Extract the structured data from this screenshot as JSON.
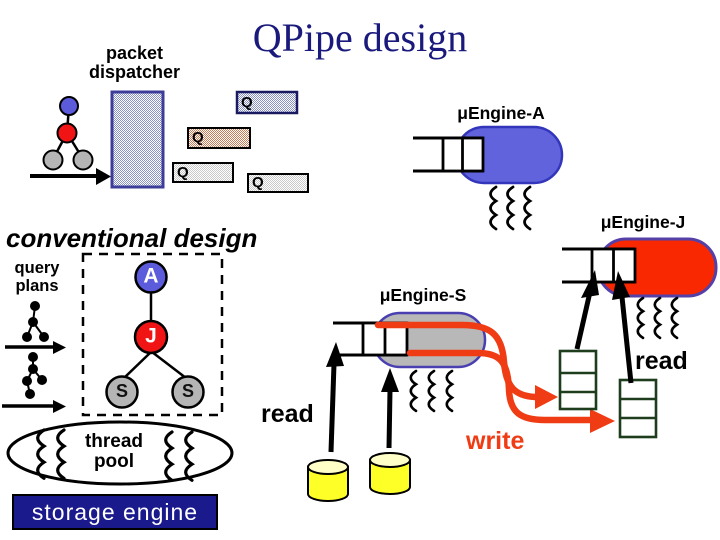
{
  "slide_title": "QPipe design",
  "qpipe": {
    "packet_dispatcher": {
      "line1": "packet",
      "line2": "dispatcher"
    },
    "queue_boxes": [
      {
        "label": "Q",
        "style": "blue-checker"
      },
      {
        "label": "Q",
        "style": "orange-checker"
      },
      {
        "label": "Q",
        "style": "gray"
      },
      {
        "label": "Q",
        "style": "gray"
      }
    ],
    "engines": [
      {
        "name": "μEngine-A",
        "color": "#6163dc"
      },
      {
        "name": "μEngine-J",
        "color": "#fa2800"
      },
      {
        "name": "μEngine-S",
        "color": "#b8b8b8"
      }
    ],
    "io_labels": {
      "read_left": "read",
      "read_right": "read",
      "write": "write"
    }
  },
  "conventional": {
    "heading": "conventional design",
    "query_plans": {
      "line1": "query",
      "line2": "plans"
    },
    "plan_operators": [
      {
        "label": "A",
        "color": "#5b5bdb"
      },
      {
        "label": "J",
        "color": "#f01414"
      },
      {
        "label": "S",
        "color": "#b5b5b5"
      },
      {
        "label": "S",
        "color": "#b5b5b5"
      }
    ],
    "thread_pool": {
      "line1": "thread",
      "line2": "pool"
    },
    "storage_engine": "storage engine"
  },
  "colors": {
    "title_navy": "#1a1a7d",
    "engine_a_blue": "#6163dc",
    "engine_j_red": "#fa2800",
    "engine_s_gray": "#b8b8b8",
    "capsule_border_purple": "#5540a8",
    "dispatcher_checker_blue": "#8891c8",
    "queue_checker_orange": "#cc7a55",
    "queue_gray": "#cccccc",
    "write_orange": "#f03c14",
    "storage_navy": "#1a1a8c",
    "disk_yellow": "#ffff28",
    "page_table_green": "#1d3d1d",
    "operator_a_blue": "#5b5bdb",
    "operator_j_red": "#f01414",
    "operator_s_gray": "#b5b5b5"
  }
}
